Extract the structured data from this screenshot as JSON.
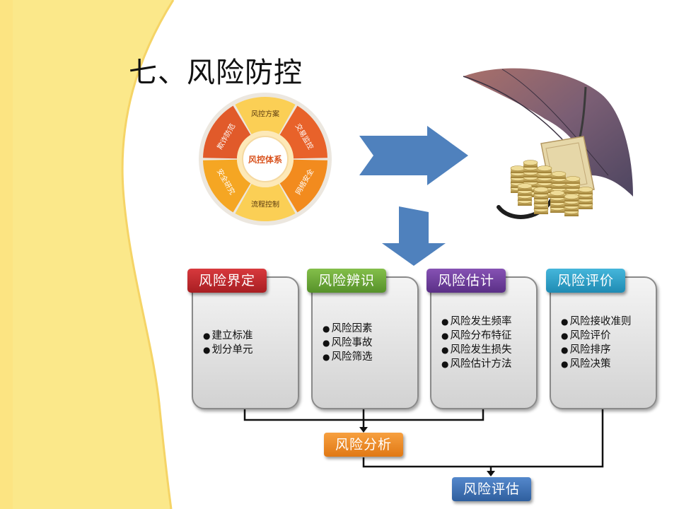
{
  "slide": {
    "title": "七、风险防控"
  },
  "wheel": {
    "center": "风控体系",
    "segments": [
      "风控方案",
      "交易监控",
      "网络安全",
      "流程控制",
      "安全研究",
      "欺诈防范"
    ]
  },
  "steps": [
    {
      "label": "风险界定",
      "color": "#c0282c",
      "items": [
        "建立标准",
        "划分单元"
      ]
    },
    {
      "label": "风险辨识",
      "color": "#6aa536",
      "items": [
        "风险因素",
        "风险事故",
        "风险筛选"
      ]
    },
    {
      "label": "风险估计",
      "color": "#6b3d97",
      "items": [
        "风险发生频率",
        "风险分布特征",
        "风险发生损失",
        "风险估计方法"
      ]
    },
    {
      "label": "风险评价",
      "color": "#2a9fc6",
      "items": [
        "风险接收准则",
        "风险评价",
        "风险排序",
        "风险决策"
      ]
    }
  ],
  "analysis": {
    "label": "风险分析",
    "color": "#f08a24"
  },
  "assessment": {
    "label": "风险评估",
    "color": "#3f72b8"
  }
}
